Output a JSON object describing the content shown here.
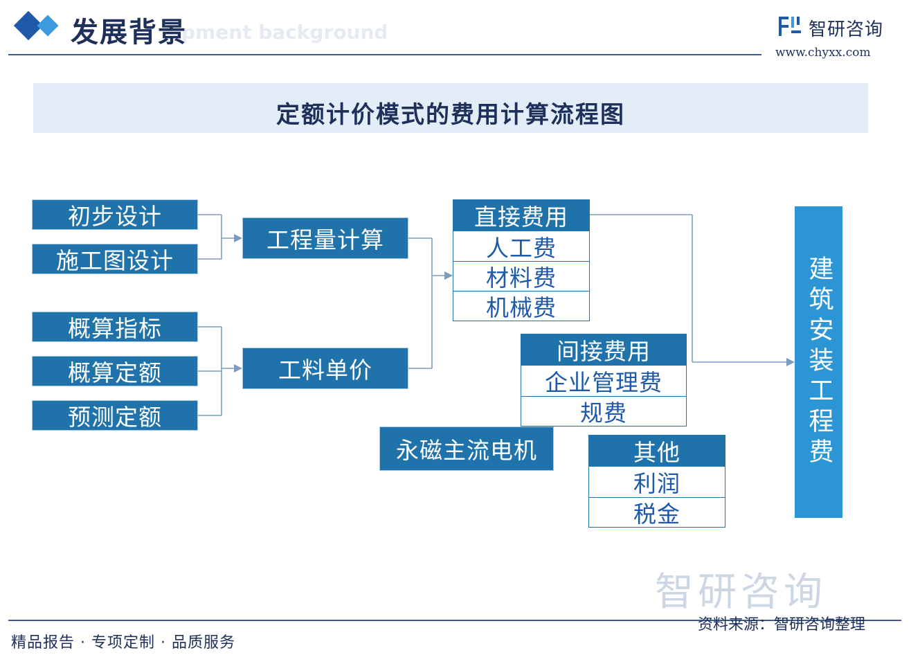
{
  "header": {
    "section_title": "发展背景",
    "section_subtitle": "pment background",
    "logo_text": "智研咨询",
    "logo_url": "www.chyxx.com"
  },
  "diagram": {
    "title": "定额计价模式的费用计算流程图",
    "inputs_group1": [
      "初步设计",
      "施工图设计"
    ],
    "inputs_group2": [
      "概算指标",
      "概算定额",
      "预测定额"
    ],
    "mid_box1": "工程量计算",
    "mid_box2": "工料单价",
    "direct": {
      "head": "直接费用",
      "items": [
        "人工费",
        "材料费",
        "机械费"
      ]
    },
    "indirect": {
      "head": "间接费用",
      "items": [
        "企业管理费",
        "规费"
      ]
    },
    "other": {
      "head": "其他",
      "items": [
        "利润",
        "税金"
      ]
    },
    "floating_box": "永磁主流电机",
    "result": "建筑安装工程费"
  },
  "footer": {
    "watermark": "智研咨询",
    "slogan": "精品报告 · 专项定制 · 品质服务",
    "source": "资料来源：智研咨询整理"
  },
  "colors": {
    "box_fill": "#1f72aa",
    "result_fill": "#2b95d6",
    "title_band": "#e3edf8",
    "text_dark": "#1e2f5a",
    "connector": "#7b9cbc"
  }
}
